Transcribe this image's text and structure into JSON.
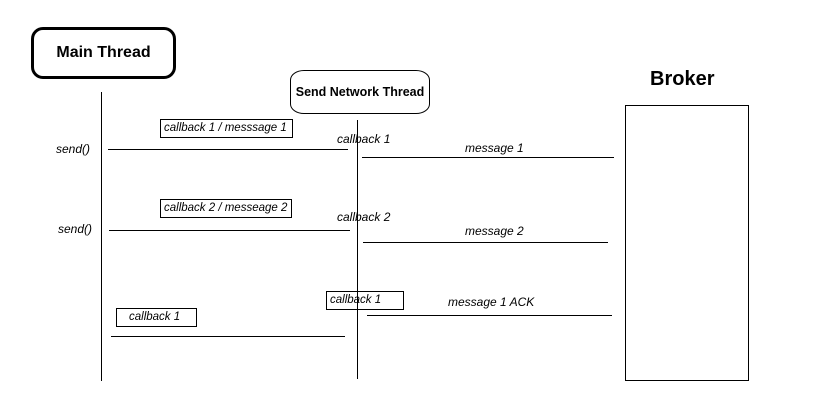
{
  "participants": {
    "main_thread": "Main Thread",
    "network_thread": "Send Network Thread",
    "broker": "Broker"
  },
  "messages": {
    "send_1": "send()",
    "send_2": "send()",
    "tag_cb1_msg1": "callback 1 / messsage 1",
    "tag_cb2_msg2": "callback 2 / messeage 2",
    "net_cb1": "callback 1",
    "net_cb2": "callback 2",
    "broker_msg1": "message 1",
    "broker_msg2": "message 2",
    "ack_tag": "callback 1",
    "ack_msg": "message 1 ACK",
    "return_cb1": "callback 1"
  }
}
